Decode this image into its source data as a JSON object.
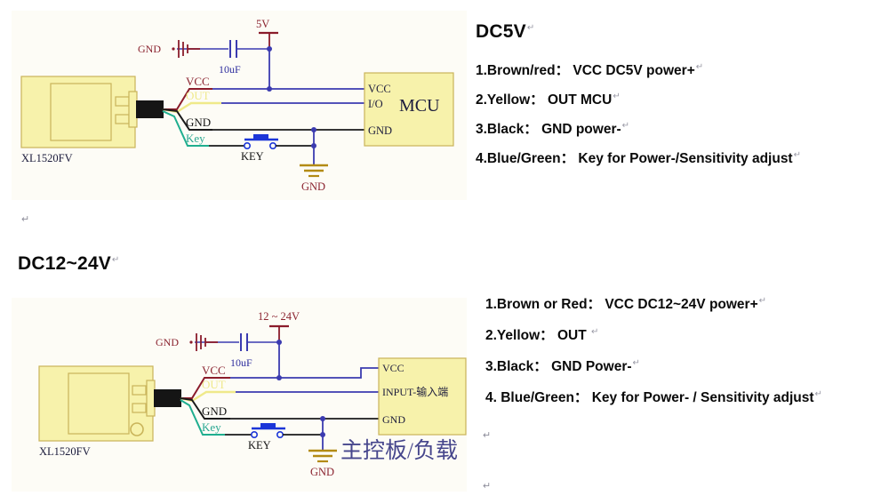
{
  "page": {
    "background": "#ffffff",
    "panel_bg": "#fdfcf6",
    "module_fill": "#f7f2ab",
    "module_stroke": "#c9b45a",
    "wire_blue": "#3b3bb0",
    "wire_black": "#1a1a1a",
    "wire_red": "#8b1c2b",
    "wire_yellow": "#efe98a",
    "wire_green": "#1fae8f",
    "label_red": "#8b2430",
    "label_blue": "#2e2e9e",
    "key_blue": "#1c36d8",
    "chinese_color": "#46468c"
  },
  "sections": [
    {
      "id": "dc5v",
      "heading": "DC5V",
      "heading_mark": "↵",
      "bullets": [
        "1.Brown/red： VCC DC5V power+",
        "2.Yellow： OUT MCU",
        "3.Black： GND power-",
        "4.Blue/Green： Key for Power-/Sensitivity adjust"
      ],
      "diagram": {
        "module_label": "XL1520FV",
        "supply_label": "5V",
        "cap_label": "10uF",
        "cap_gnd_label": "GND",
        "wire_labels": {
          "vcc": "VCC",
          "out": "OUT",
          "gnd": "GND",
          "key": "Key"
        },
        "switch_label": "KEY",
        "ground_label": "GND",
        "target": {
          "title": "MCU",
          "pins": [
            "VCC",
            "I/O",
            "GND"
          ]
        }
      }
    },
    {
      "id": "dc12-24v",
      "heading": "DC12~24V",
      "heading_mark": "↵",
      "bullets": [
        "1.Brown or Red： VCC DC12~24V power+",
        "2.Yellow： OUT ",
        "3.Black： GND Power-",
        "4. Blue/Green： Key for Power- / Sensitivity adjust"
      ],
      "diagram": {
        "module_label": "XL1520FV",
        "supply_label": "12 ~ 24V",
        "cap_label": "10uF",
        "cap_gnd_label": "GND",
        "wire_labels": {
          "vcc": "VCC",
          "out": "OUT",
          "gnd": "GND",
          "key": "Key"
        },
        "switch_label": "KEY",
        "ground_label": "GND",
        "target": {
          "title": "主控板/负载",
          "pins": [
            "VCC",
            "INPUT-输入端",
            "GND"
          ]
        }
      }
    }
  ],
  "marks": {
    "m1": "↵",
    "m2": "↵",
    "m3": "↵",
    "m4": "↵"
  }
}
